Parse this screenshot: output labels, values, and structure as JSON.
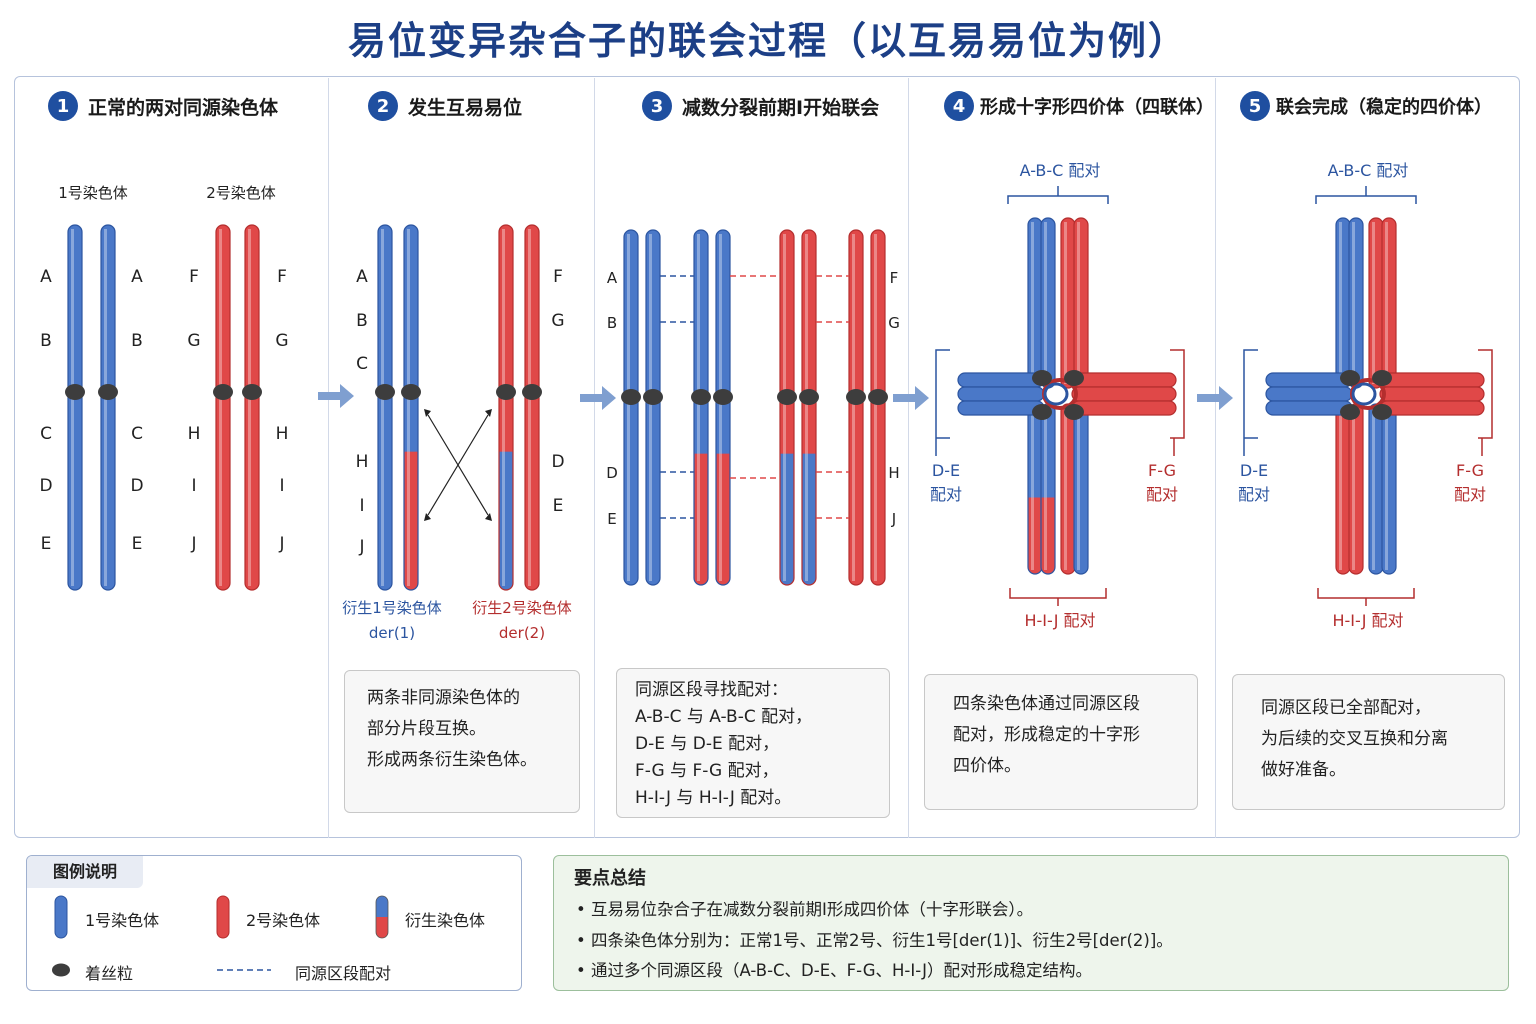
{
  "title": "易位变异杂合子的联会过程（以互易易位为例）",
  "colors": {
    "chrom1": "#4a78c8",
    "chrom2": "#e04848",
    "centromere": "#3d3d3d",
    "accent": "#1f4fa0"
  },
  "panels": [
    {
      "num": "1",
      "title": "正常的两对同源染色体"
    },
    {
      "num": "2",
      "title": "发生互易易位"
    },
    {
      "num": "3",
      "title": "减数分裂前期I开始联会"
    },
    {
      "num": "4",
      "title": "形成十字形四价体（四联体）"
    },
    {
      "num": "5",
      "title": "联会完成（稳定的四价体）"
    }
  ],
  "p1": {
    "chrom1_label": "1号染色体",
    "chrom2_label": "2号染色体",
    "genes1": [
      "A",
      "B",
      "C",
      "D",
      "E"
    ],
    "genes2": [
      "F",
      "G",
      "H",
      "I",
      "J"
    ]
  },
  "p2": {
    "der1_genes": [
      "A",
      "B",
      "C",
      "H",
      "I",
      "J"
    ],
    "der2_genes": [
      "F",
      "G",
      "D",
      "E"
    ],
    "der1_label": "衍生1号染色体",
    "der1_code": "der(1)",
    "der2_label": "衍生2号染色体",
    "der2_code": "der(2)",
    "note": [
      "两条非同源染色体的",
      "部分片段互换。",
      "形成两条衍生染色体。"
    ]
  },
  "p3": {
    "left_genes": [
      "A",
      "B",
      "D",
      "E"
    ],
    "right_genes": [
      "F",
      "G",
      "H",
      "J"
    ],
    "note": [
      "同源区段寻找配对：",
      "A-B-C 与 A-B-C 配对，",
      "D-E 与 D-E 配对，",
      "F-G 与 F-G 配对，",
      "H-I-J 与 H-I-J 配对。"
    ]
  },
  "p4": {
    "top": "A-B-C 配对",
    "left_a": "D-E",
    "left_b": "配对",
    "right_a": "F-G",
    "right_b": "配对",
    "bottom": "H-I-J 配对",
    "note": [
      "四条染色体通过同源区段",
      "配对，形成稳定的十字形",
      "四价体。"
    ]
  },
  "p5": {
    "top": "A-B-C 配对",
    "left_a": "D-E",
    "left_b": "配对",
    "right_a": "F-G",
    "right_b": "配对",
    "bottom": "H-I-J 配对",
    "note": [
      "同源区段已全部配对，",
      "为后续的交叉互换和分离",
      "做好准备。"
    ]
  },
  "legend": {
    "title": "图例说明",
    "chrom1": "1号染色体",
    "chrom2": "2号染色体",
    "derived": "衍生染色体",
    "centromere": "着丝粒",
    "pairing": "同源区段配对"
  },
  "summary": {
    "title": "要点总结",
    "items": [
      "• 互易易位杂合子在减数分裂前期I形成四价体（十字形联会）。",
      "• 四条染色体分别为：正常1号、正常2号、衍生1号[der(1)]、衍生2号[der(2)]。",
      "• 通过多个同源区段（A-B-C、D-E、F-G、H-I-J）配对形成稳定结构。"
    ]
  }
}
